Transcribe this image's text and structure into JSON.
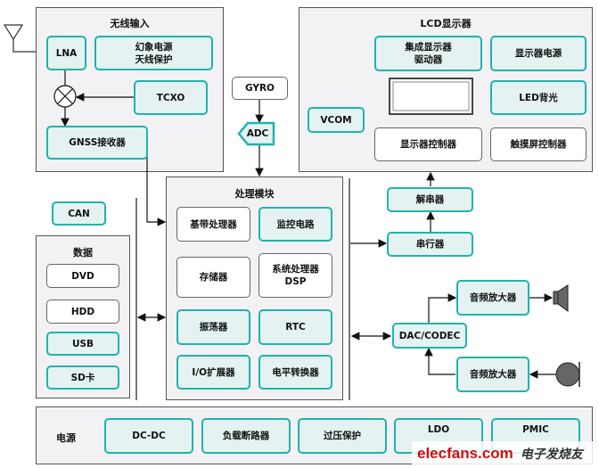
{
  "wireless": {
    "title": "无线输入",
    "lna": "LNA",
    "phantom": "幻象电源\n天线保护",
    "tcxo": "TCXO",
    "gnss": "GNSS接收器"
  },
  "gyro": "GYRO",
  "adc": "ADC",
  "lcd": {
    "title": "LCD显示器",
    "driver": "集成显示器\n驱动器",
    "power": "显示器电源",
    "led": "LED背光",
    "vcom": "VCOM",
    "controller": "显示器控制器",
    "touch": "触摸屏控制器"
  },
  "processing": {
    "title": "处理模块",
    "baseband": "基带处理器",
    "monitor": "监控电路",
    "memory": "存储器",
    "dsp": "系统处理器\nDSP",
    "oscillator": "振荡器",
    "rtc": "RTC",
    "io": "I/O扩展器",
    "level": "电平转换器"
  },
  "can": "CAN",
  "data": {
    "title": "数据",
    "items": [
      "DVD",
      "HDD",
      "USB",
      "SD卡"
    ]
  },
  "deserializer": "解串器",
  "serializer": "串行器",
  "dac": "DAC/CODEC",
  "amp_out": "音频放大器",
  "amp_in": "音频放大器",
  "power": {
    "title": "电源",
    "items": [
      "DC-DC",
      "负载断路器",
      "过压保护",
      "LDO",
      "PMIC"
    ]
  },
  "watermark": {
    "latin": "elecfans.com",
    "cjk": "电子发烧友"
  },
  "colors": {
    "teal_border": "#1fb3ae",
    "teal_fill": "#e4f3f1",
    "panel": "#f2f2f5"
  }
}
